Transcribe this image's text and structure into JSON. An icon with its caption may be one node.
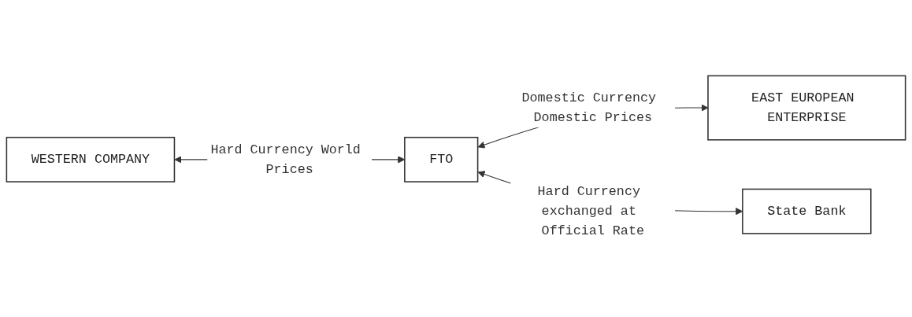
{
  "diagram": {
    "nodes": [
      {
        "text": [
          "WESTERN COMPANY"
        ]
      },
      {
        "text": [
          "FTO"
        ]
      },
      {
        "text": [
          "EAST EUROPEAN ENTERPRISE"
        ]
      },
      {
        "text": [
          "State Bank"
        ]
      }
    ],
    "edges": [
      {
        "from": 0,
        "to": 1,
        "arrow": "both",
        "label": "Hard Currency World Prices"
      },
      {
        "from": 1,
        "to": 2,
        "arrow": "both",
        "label": "Domestic Currency Domestic Prices"
      },
      {
        "from": 1,
        "to": 3,
        "arrow": "both",
        "label": "Hard Currency exchanged at Official Rate"
      }
    ]
  }
}
